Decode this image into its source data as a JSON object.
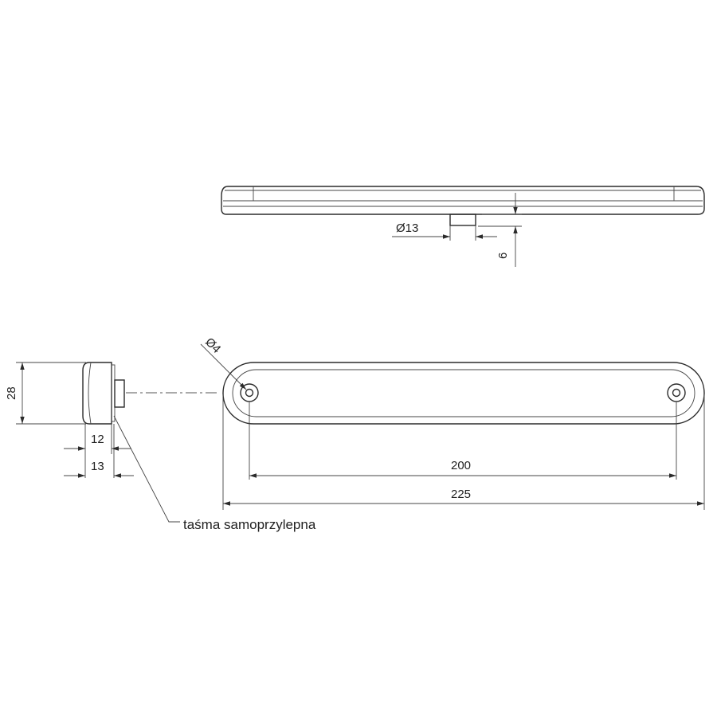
{
  "drawing": {
    "dimensions": {
      "hole_13": "Ø13",
      "height_6": "6",
      "hole_4": "Ø4",
      "height_28": "28",
      "depth_12": "12",
      "depth_13": "13",
      "spacing_200": "200",
      "length_225": "225"
    },
    "annotation": {
      "tape": "taśma samoprzylepna"
    }
  },
  "colors": {
    "line": "#2b2b2b",
    "background": "#ffffff"
  }
}
